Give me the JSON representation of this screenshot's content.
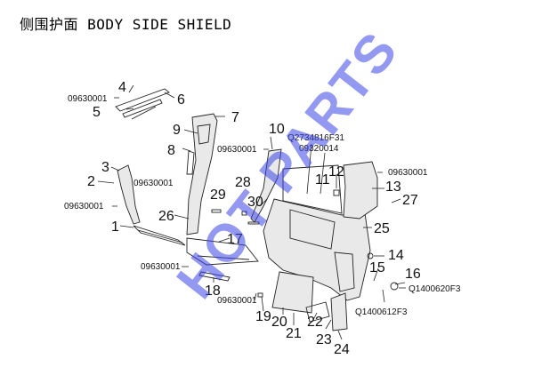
{
  "title": "侧围护面 BODY SIDE SHIELD",
  "watermark": "HOT PARTS",
  "callouts": {
    "n1": "1",
    "n2": "2",
    "n3": "3",
    "n4": "4",
    "n5": "5",
    "n6": "6",
    "n7": "7",
    "n8": "8",
    "n9": "9",
    "n10": "10",
    "n11": "11",
    "n12": "12",
    "n13": "13",
    "n14": "14",
    "n15": "15",
    "n16": "16",
    "n17": "17",
    "n18": "18",
    "n19": "19",
    "n20": "20",
    "n21": "21",
    "n22": "22",
    "n23": "23",
    "n24": "24",
    "n25": "25",
    "n26": "26",
    "n27": "27",
    "n28": "28",
    "n29": "29",
    "n30": "30"
  },
  "part_codes": {
    "c_top": "09630001",
    "c_left_mid": "09630001",
    "c_left_low": "09630001",
    "c_pillar": "09630001",
    "c_right": "09630001",
    "c_floor": "09630001",
    "c_bottom": "09630001",
    "q_a": "Q2734816F31",
    "q_b": "09320014",
    "q_c": "Q1400620F3",
    "q_d": "Q1400612F3"
  }
}
